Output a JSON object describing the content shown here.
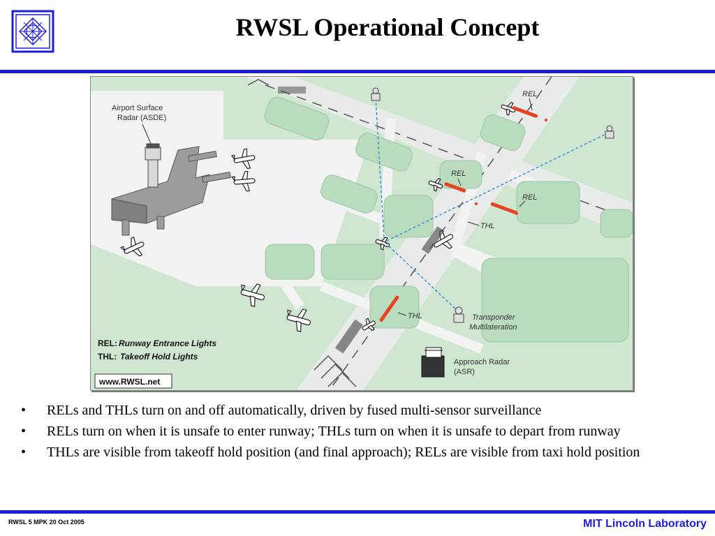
{
  "slide": {
    "title": "RWSL Operational Concept",
    "accent_color": "#1c1cdc"
  },
  "logo": {
    "icon": "mit-ll-logo-icon"
  },
  "figure": {
    "labels": {
      "asde": [
        "Airport Surface",
        "Radar (ASDE)"
      ],
      "rel_top": "REL",
      "rel_middle": "REL",
      "rel_right": "REL",
      "thl_upper": "THL",
      "thl_lower": "THL",
      "transponder": [
        "Transponder",
        "Multilateration"
      ],
      "approach_radar": [
        "Approach Radar",
        "(ASR)"
      ]
    },
    "legend": {
      "rel_key": "REL:",
      "rel_text": "Runway Entrance Lights",
      "thl_key": "THL:",
      "thl_text": "Takeoff Hold Lights"
    },
    "website": "www.RWSL.net",
    "colors": {
      "grass": "#cfe7d1",
      "pavement": "#f2f3f2",
      "lights": "#e8421e",
      "surveillance": "#2a85d8"
    }
  },
  "bullets": [
    "RELs and THLs turn on and off automatically, driven by fused multi-sensor surveillance",
    "RELs turn on when it is unsafe to enter runway;  THLs turn on when it is unsafe to depart from runway",
    "THLs are visible from takeoff hold position (and final approach); RELs are visible from taxi hold position"
  ],
  "bullet_symbol": "•",
  "footer": {
    "left": "RWSL 5  MPK  20 Oct 2005",
    "right": "MIT Lincoln Laboratory"
  }
}
